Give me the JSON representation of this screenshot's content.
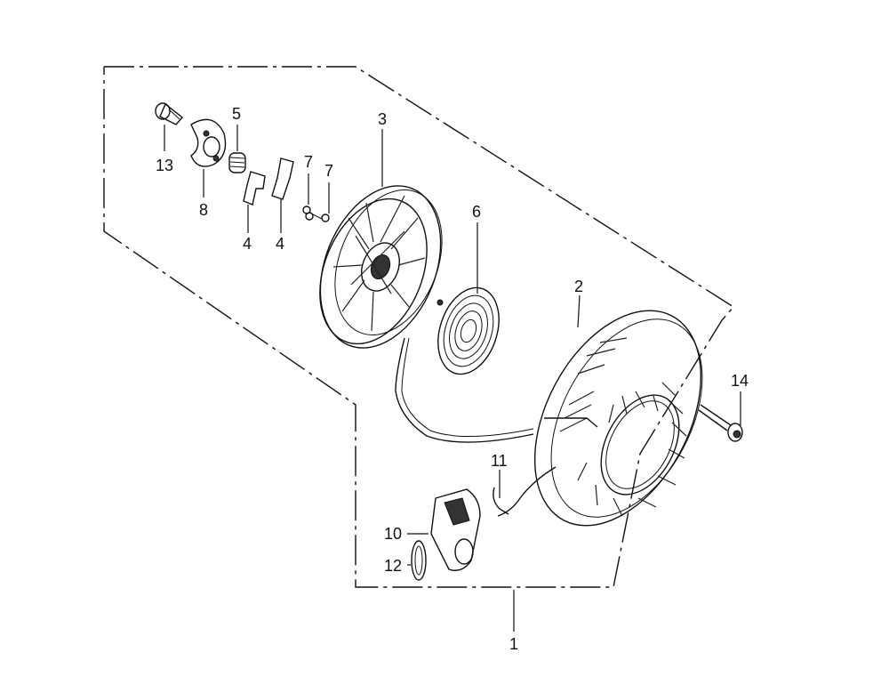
{
  "diagram": {
    "type": "exploded-parts-diagram",
    "subject": "recoil starter assembly",
    "parts": [
      {
        "id": "p1",
        "label": "1",
        "name": "recoil-starter-assembly"
      },
      {
        "id": "p2",
        "label": "2",
        "name": "starter-case"
      },
      {
        "id": "p3",
        "label": "3",
        "name": "reel"
      },
      {
        "id": "p4a",
        "label": "4",
        "name": "ratchet-left"
      },
      {
        "id": "p4b",
        "label": "4",
        "name": "ratchet-right"
      },
      {
        "id": "p5",
        "label": "5",
        "name": "friction-spring"
      },
      {
        "id": "p6",
        "label": "6",
        "name": "recoil-spring"
      },
      {
        "id": "p7a",
        "label": "7",
        "name": "ratchet-spring-left"
      },
      {
        "id": "p7b",
        "label": "7",
        "name": "ratchet-spring-right"
      },
      {
        "id": "p8",
        "label": "8",
        "name": "friction-plate"
      },
      {
        "id": "p10",
        "label": "10",
        "name": "starter-grip"
      },
      {
        "id": "p11",
        "label": "11",
        "name": "starter-rope"
      },
      {
        "id": "p12",
        "label": "12",
        "name": "knob"
      },
      {
        "id": "p13",
        "label": "13",
        "name": "setting-screw"
      },
      {
        "id": "p14",
        "label": "14",
        "name": "flange-bolt"
      }
    ]
  }
}
